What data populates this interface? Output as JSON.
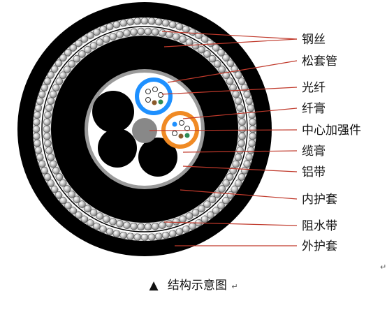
{
  "labels": [
    {
      "id": "steel-wire",
      "text": "钢丝"
    },
    {
      "id": "loose-tube",
      "text": "松套管"
    },
    {
      "id": "optical-fiber",
      "text": "光纤"
    },
    {
      "id": "fiber-gel",
      "text": "纤膏"
    },
    {
      "id": "central-strength-member",
      "text": "中心加强件"
    },
    {
      "id": "cable-filler",
      "text": "缆膏"
    },
    {
      "id": "aluminum-tape",
      "text": "铝带"
    },
    {
      "id": "inner-sheath",
      "text": "内护套"
    },
    {
      "id": "water-blocking-tape",
      "text": "阻水带"
    },
    {
      "id": "outer-sheath",
      "text": "外护套"
    }
  ],
  "caption": {
    "symbol": "▲",
    "text": "结构示意图"
  },
  "editor_marks": {
    "paragraph_mark": "↵"
  },
  "colors": {
    "sheath": "#000000",
    "wire": "#aaaaaa",
    "leader": "#c0392b",
    "tube_blue": "#1e90ff",
    "tube_orange": "#f08a24",
    "aluminum": "#999999"
  }
}
